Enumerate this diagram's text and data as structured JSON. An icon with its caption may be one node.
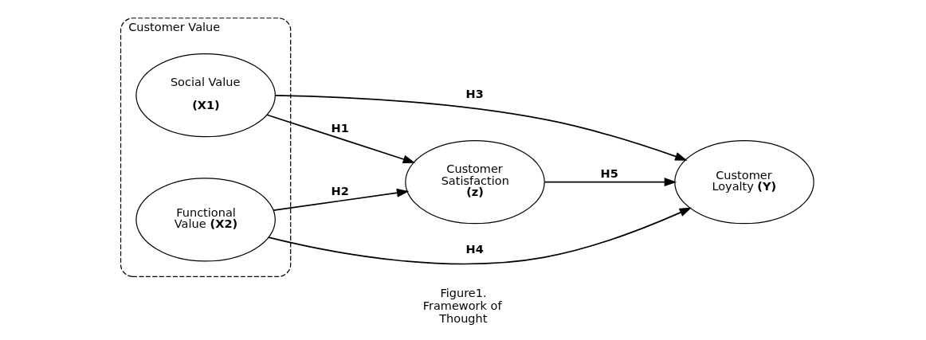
{
  "diagram": {
    "caption": "Figure1. Framework of Thought",
    "nodes": [
      {
        "text": [
          "Customer Value"
        ]
      },
      {
        "text": [
          "Social Value",
          "**(X1)**"
        ],
        "in": 0
      },
      {
        "text": [
          "Functional Value **(X2)**"
        ],
        "in": 0
      },
      {
        "text": [
          "Customer Satisfaction **(z)**"
        ]
      },
      {
        "text": [
          "Customer Loyalty **(Y)**"
        ]
      }
    ],
    "edges": [
      {
        "from": 1,
        "to": 3,
        "arrow": "to",
        "label": "H1"
      },
      {
        "from": 2,
        "to": 3,
        "arrow": "to",
        "label": "H2"
      },
      {
        "from": 1,
        "to": 4,
        "arrow": "to",
        "label": "H3"
      },
      {
        "from": 2,
        "to": 4,
        "arrow": "to",
        "label": "H4"
      },
      {
        "from": 3,
        "to": 4,
        "arrow": "to",
        "label": "H5"
      }
    ]
  }
}
